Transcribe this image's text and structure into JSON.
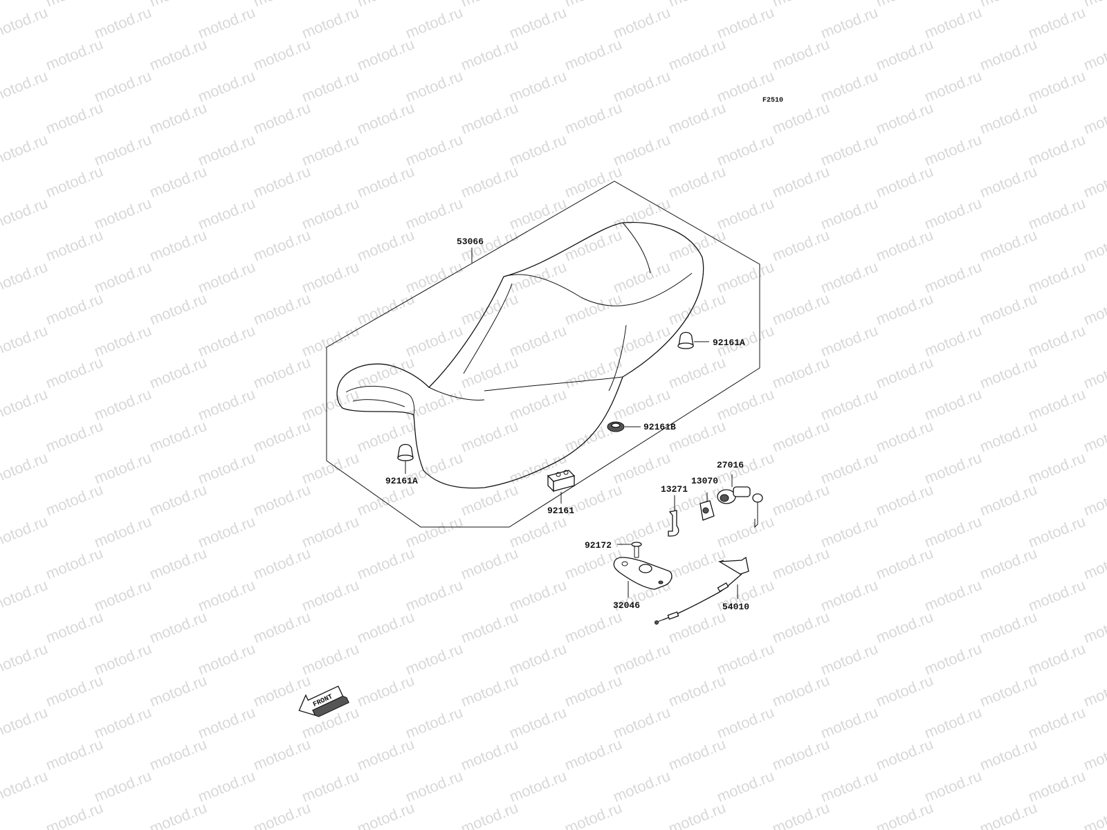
{
  "watermark": "motod.ru",
  "diagram_code": "F2510",
  "direction_label": "FRONT",
  "parts": {
    "seat": "53066",
    "rubber_right": "92161A",
    "rubber_left": "92161A",
    "damper_middle": "92161B",
    "damper_block": "92161",
    "lock_assy": "27016",
    "holder": "13070",
    "guide": "13271",
    "screw": "92172",
    "bracket": "32046",
    "cable": "54010"
  }
}
